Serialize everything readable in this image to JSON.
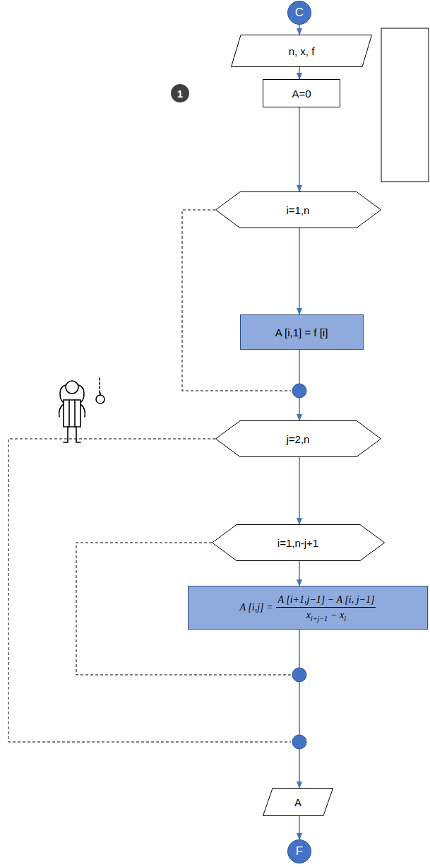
{
  "diagram": {
    "nodes": [
      {
        "text": [
          "C"
        ]
      },
      {
        "text": [
          "n, x, f"
        ]
      },
      {
        "text": [
          "A=0"
        ]
      },
      {
        "text": [
          "i=1,n"
        ]
      },
      {
        "text": [
          "A [i,1] = f [i]"
        ]
      },
      {
        "text": [
          "j=2,n"
        ]
      },
      {
        "text": [
          "i=1,n-j+1"
        ]
      },
      {
        "text": [
          "A [i,j] =",
          "A [i+1,j−1] − A [i, j−1]",
          "x",
          "i+j−1",
          "− x",
          "i"
        ]
      },
      {
        "text": [
          "A"
        ]
      },
      {
        "text": [
          "F"
        ]
      }
    ],
    "edges": [
      {
        "from": 0,
        "to": 1,
        "arrow": "to"
      },
      {
        "from": 1,
        "to": 2,
        "arrow": "to"
      },
      {
        "from": 2,
        "to": 3,
        "arrow": "to"
      },
      {
        "from": 3,
        "to": 4,
        "arrow": "to"
      },
      {
        "from": 4,
        "to": 5,
        "arrow": "to"
      },
      {
        "from": 5,
        "to": 6,
        "arrow": "to"
      },
      {
        "from": 6,
        "to": 7,
        "arrow": "to"
      },
      {
        "from": 7,
        "to": 8,
        "arrow": "to"
      },
      {
        "from": 8,
        "to": 9,
        "arrow": "to"
      }
    ],
    "labels": [
      "1"
    ]
  }
}
